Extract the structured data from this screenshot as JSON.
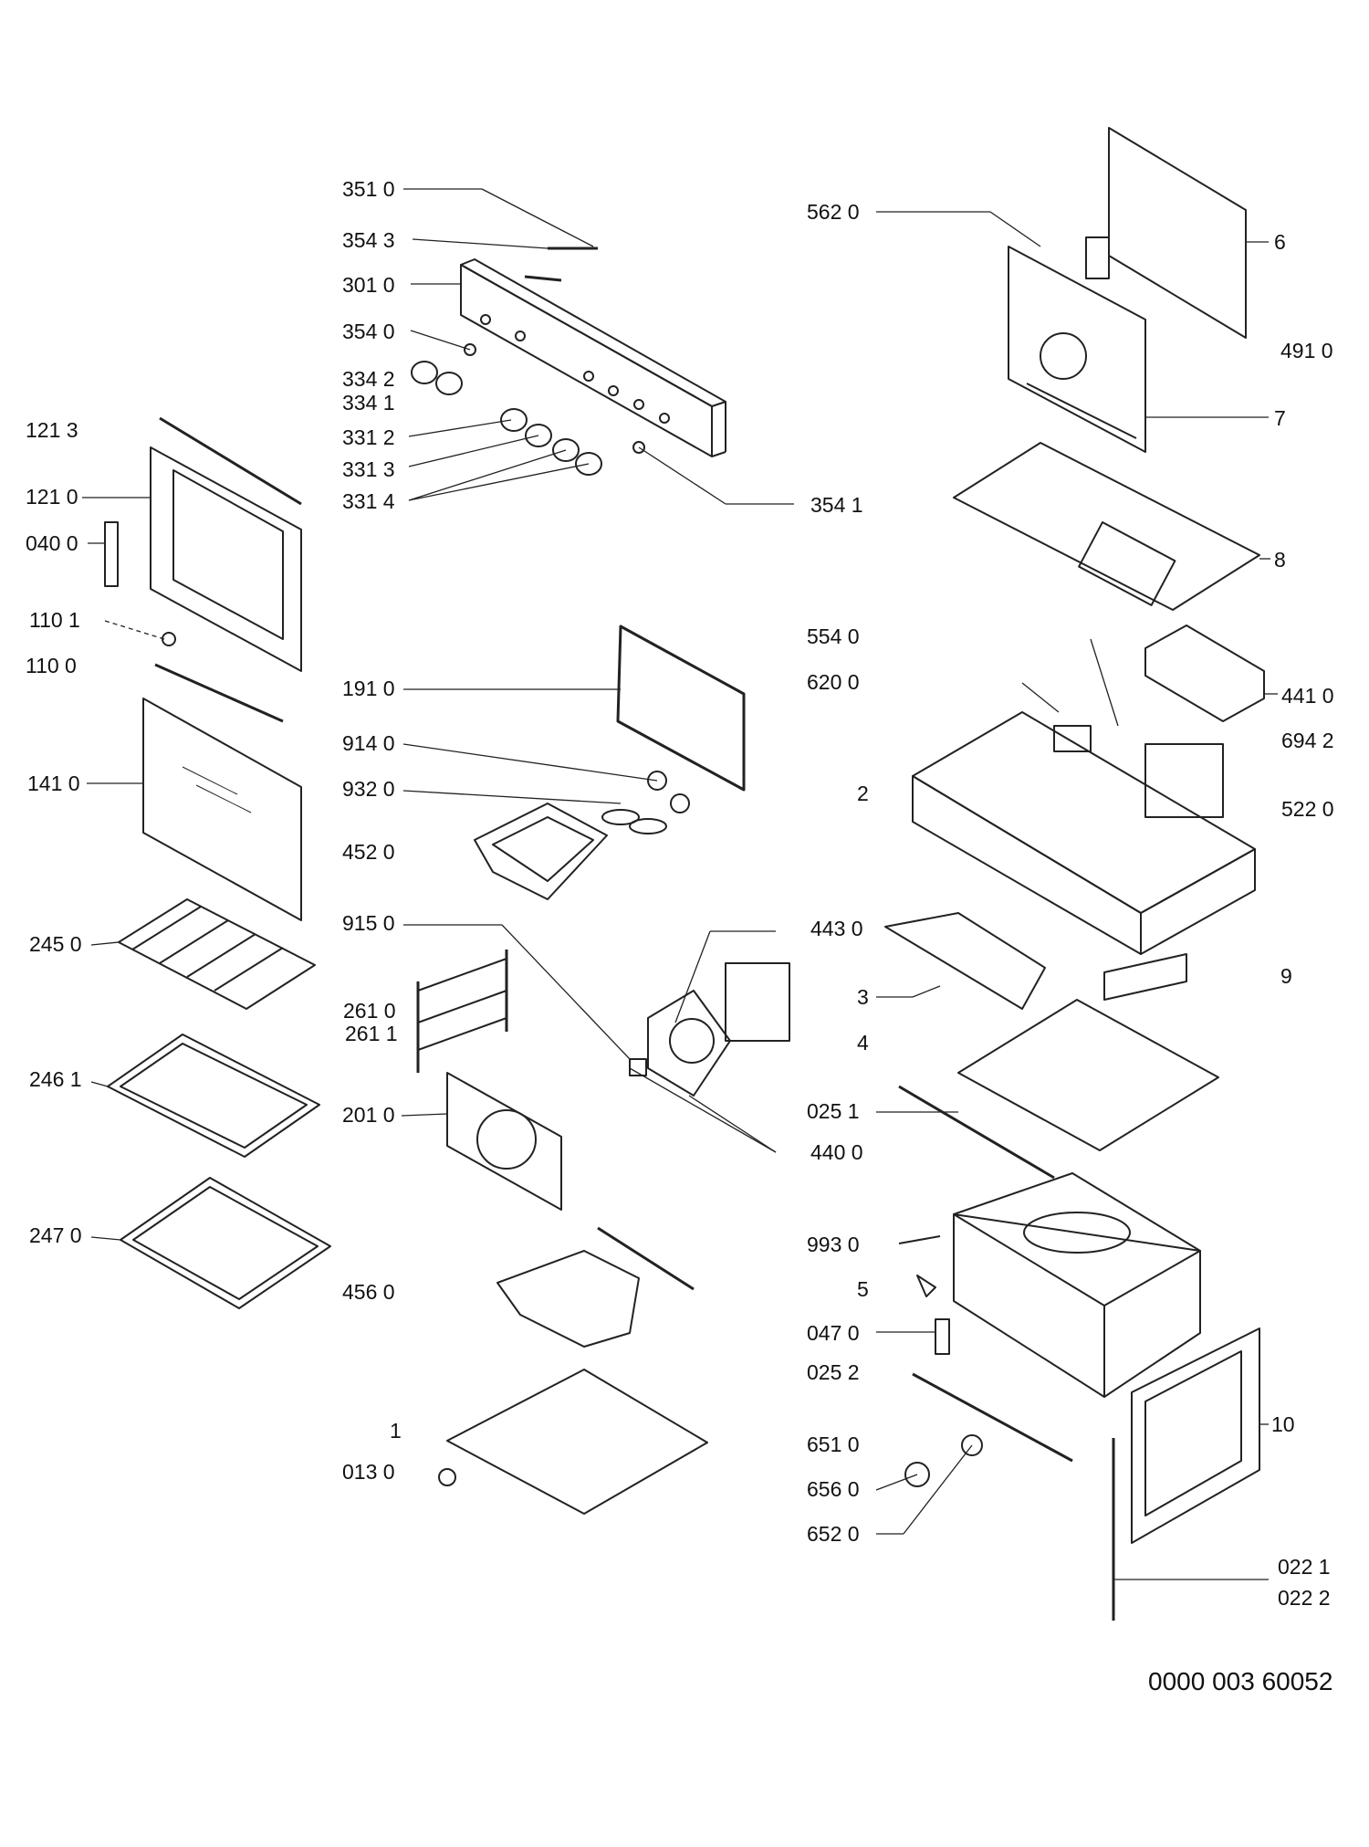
{
  "diagram": {
    "document_number": "0000 003 60052",
    "labels": {
      "p3510": "351 0",
      "p3543": "354 3",
      "p3010": "301 0",
      "p3540": "354 0",
      "p3342": "334 2",
      "p3341": "334 1",
      "p3312": "331 2",
      "p3313": "331 3",
      "p3314": "331 4",
      "p3541": "354 1",
      "p1213": "121 3",
      "p1210": "121 0",
      "p0400": "040 0",
      "p1101": "110 1",
      "p1100": "110 0",
      "p1410": "141 0",
      "p2450": "245 0",
      "p2461": "246 1",
      "p2470": "247 0",
      "p1910": "191 0",
      "p9140": "914 0",
      "p9320": "932 0",
      "p4520": "452 0",
      "p9150": "915 0",
      "p2610": "261 0",
      "p2611": "261 1",
      "p2010": "201 0",
      "p4560": "456 0",
      "p1": "1",
      "p0130": "013 0",
      "p4430": "443 0",
      "p4400": "440 0",
      "p5620": "562 0",
      "p6": "6",
      "p4910": "491 0",
      "p7": "7",
      "p8": "8",
      "p5540": "554 0",
      "p6200": "620 0",
      "p4410": "441 0",
      "p6942": "694 2",
      "p2": "2",
      "p5220": "522 0",
      "p9": "9",
      "p3": "3",
      "p4": "4",
      "p0251": "025 1",
      "p9930": "993 0",
      "p5": "5",
      "p0470": "047 0",
      "p0252": "025 2",
      "p10": "10",
      "p6510": "651 0",
      "p6560": "656 0",
      "p6520": "652 0",
      "p0221": "022 1",
      "p0222": "022 2"
    }
  }
}
